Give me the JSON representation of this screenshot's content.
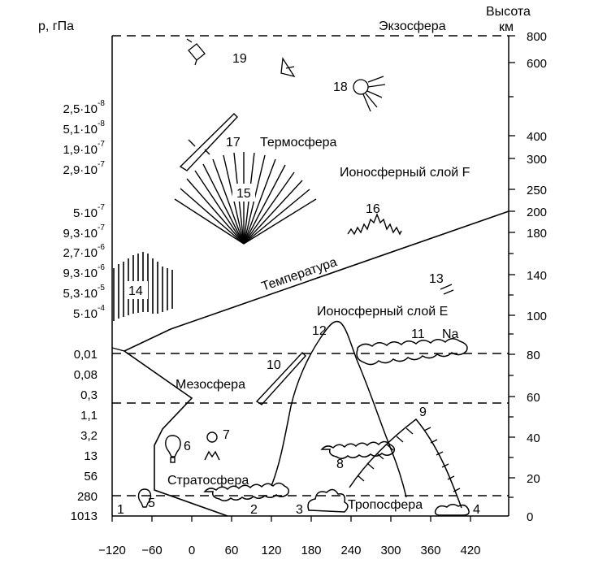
{
  "axes": {
    "left_title": "p, гПа",
    "right_title_line1": "Высота",
    "right_title_line2": "км",
    "pressure_ticks": [
      "2,5·10",
      "5,1·10",
      "1,9·10",
      "2,9·10",
      "5·10",
      "9,3·10",
      "2,7·10",
      "9,3·10",
      "5,3·10",
      "5·10",
      "0,01",
      "0,08",
      "0,3",
      "1,1",
      "3,2",
      "13",
      "56",
      "280",
      "1013"
    ],
    "pressure_exponents": [
      "-8",
      "-8",
      "-7",
      "-7",
      "-7",
      "-7",
      "-6",
      "-6",
      "-5",
      "-4"
    ],
    "height_ticks": [
      "800",
      "600",
      "400",
      "300",
      "250",
      "200",
      "180",
      "140",
      "100",
      "80",
      "60",
      "40",
      "20",
      "0"
    ],
    "temperature_ticks": [
      "−120",
      "−60",
      "0",
      "60",
      "120",
      "180",
      "240",
      "300",
      "360",
      "420"
    ]
  },
  "layers": {
    "exosphere": "Экзосфера",
    "thermosphere": "Термосфера",
    "ionosphere_f": "Ионосферный слой F",
    "temperature": "Температура",
    "ionosphere_e": "Ионосферный слой Е",
    "mesosphere": "Мезосфера",
    "stratosphere": "Стратосфера",
    "troposphere": "Тропосфера",
    "na": "Na"
  },
  "markers": [
    "1",
    "2",
    "3",
    "4",
    "5",
    "6",
    "7",
    "8",
    "9",
    "10",
    "11",
    "12",
    "13",
    "14",
    "15",
    "16",
    "17",
    "18",
    "19"
  ]
}
